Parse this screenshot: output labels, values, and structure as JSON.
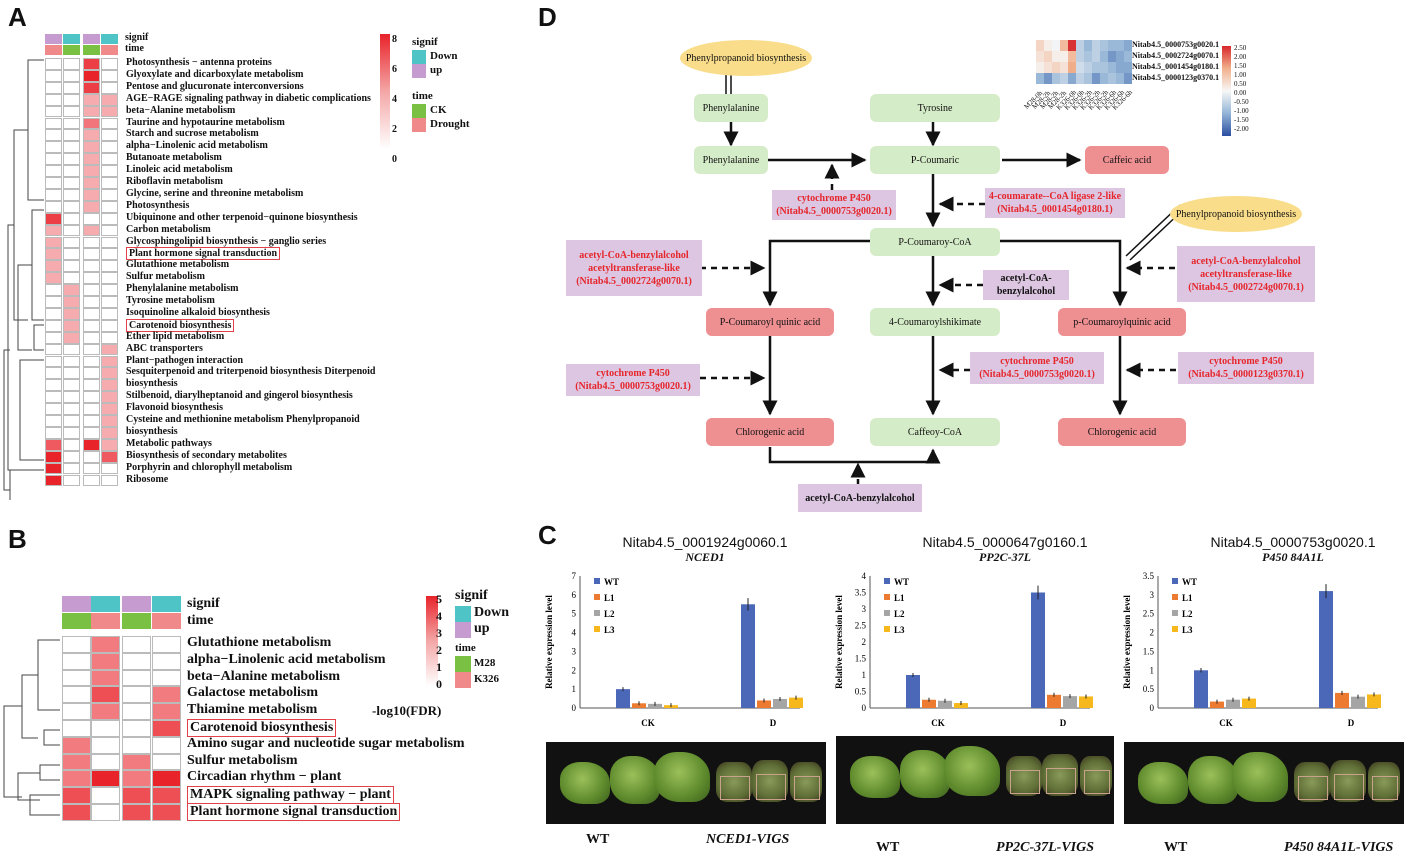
{
  "panels": {
    "a": "A",
    "b": "B",
    "c": "C",
    "d": "D"
  },
  "panelA": {
    "annot_rows": [
      "signif",
      "time"
    ],
    "rows": [
      "Photosynthesis − antenna proteins",
      "Glyoxylate and dicarboxylate metabolism",
      "Pentose and glucuronate interconversions",
      "AGE−RAGE signaling pathway in diabetic complications",
      "beta−Alanine metabolism",
      "Taurine and hypotaurine metabolism",
      "Starch and sucrose metabolism",
      "alpha−Linolenic acid metabolism",
      "Butanoate metabolism",
      "Linoleic acid metabolism",
      "Riboflavin metabolism",
      "Glycine, serine and threonine metabolism",
      "Photosynthesis",
      "Ubiquinone and other terpenoid−quinone biosynthesis",
      "Carbon metabolism",
      "Glycosphingolipid biosynthesis − ganglio series",
      "Plant hormone signal transduction",
      "Glutathione metabolism",
      "Sulfur metabolism",
      "Phenylalanine metabolism",
      "Tyrosine metabolism",
      "Isoquinoline alkaloid biosynthesis",
      "Carotenoid biosynthesis",
      "Ether lipid metabolism",
      "ABC transporters",
      "Plant−pathogen interaction",
      "Sesquiterpenoid and triterpenoid biosynthesis Diterpenoid",
      "biosynthesis",
      "Stilbenoid, diarylheptanoid and gingerol biosynthesis",
      "Flavonoid biosynthesis",
      "Cysteine and methionine metabolism Phenylpropanoid",
      "biosynthesis",
      "Metabolic pathways",
      "Biosynthesis of secondary metabolites",
      "Porphyrin and chlorophyll metabolism",
      "Ribosome"
    ],
    "cells": [
      [
        0,
        0,
        7,
        0,
        0
      ],
      [
        0,
        0,
        8,
        0,
        0
      ],
      [
        0,
        0,
        7,
        0,
        0
      ],
      [
        0,
        0,
        3,
        3,
        0
      ],
      [
        0,
        0,
        3,
        3,
        0
      ],
      [
        0,
        0,
        5,
        0,
        0
      ],
      [
        0,
        0,
        3,
        0,
        0
      ],
      [
        0,
        0,
        3,
        0,
        0
      ],
      [
        0,
        0,
        3,
        0,
        0
      ],
      [
        0,
        0,
        3,
        0,
        0
      ],
      [
        0,
        0,
        3,
        0,
        0
      ],
      [
        0,
        0,
        3,
        0,
        0
      ],
      [
        0,
        0,
        3,
        0,
        0
      ],
      [
        7,
        0,
        0,
        0,
        0
      ],
      [
        3,
        0,
        3,
        0,
        0
      ],
      [
        3,
        0,
        0,
        0,
        0
      ],
      [
        3,
        0,
        0,
        0,
        0
      ],
      [
        3,
        0,
        0,
        0,
        0
      ],
      [
        3,
        0,
        0,
        0,
        0
      ],
      [
        0,
        3,
        0,
        0,
        0
      ],
      [
        0,
        3,
        0,
        0,
        0
      ],
      [
        0,
        3,
        0,
        0,
        0
      ],
      [
        0,
        3,
        0,
        0,
        0
      ],
      [
        0,
        3,
        0,
        0,
        0
      ],
      [
        0,
        0,
        0,
        3,
        0
      ],
      [
        0,
        0,
        0,
        3,
        0
      ],
      [
        0,
        0,
        0,
        3,
        0
      ],
      [
        0,
        0,
        0,
        3,
        0
      ],
      [
        0,
        0,
        0,
        3,
        0
      ],
      [
        0,
        0,
        0,
        3,
        0
      ],
      [
        0,
        0,
        0,
        3,
        0
      ],
      [
        0,
        0,
        0,
        3,
        0
      ],
      [
        6,
        0,
        8,
        3,
        0
      ],
      [
        8,
        0,
        0,
        6,
        0
      ],
      [
        8,
        0,
        0,
        0,
        0
      ],
      [
        8,
        0,
        0,
        0,
        0
      ]
    ],
    "boxed": [
      "Plant hormone signal transduction",
      "Carotenoid biosynthesis"
    ],
    "legend": {
      "scale_ticks": [
        "8",
        "6",
        "4",
        "2",
        "0"
      ],
      "signif_title": "signif",
      "signif_items": [
        "Down",
        "up"
      ],
      "time_title": "time",
      "time_items": [
        "CK",
        "Drought"
      ]
    },
    "colors": {
      "down": "#4fc4c6",
      "up": "#c59bd0",
      "ck": "#7ac143",
      "drought": "#f08a8a",
      "high": "#e8232a"
    }
  },
  "panelB": {
    "annot_rows": [
      "signif",
      "time"
    ],
    "rows": [
      "Glutathione metabolism",
      "alpha−Linolenic acid metabolism",
      "beta−Alanine metabolism",
      "Galactose metabolism",
      "Thiamine metabolism",
      "Carotenoid biosynthesis",
      "Amino sugar and nucleotide sugar metabolism",
      "Sulfur metabolism",
      "Circadian rhythm − plant",
      "MAPK signaling pathway − plant",
      "Plant hormone signal transduction"
    ],
    "cells": [
      [
        0,
        3,
        0,
        0
      ],
      [
        0,
        3,
        0,
        0
      ],
      [
        0,
        3,
        0,
        0
      ],
      [
        0,
        4,
        0,
        3
      ],
      [
        0,
        3,
        0,
        3
      ],
      [
        0,
        0,
        0,
        4
      ],
      [
        3,
        0,
        0,
        0
      ],
      [
        3,
        0,
        3,
        0
      ],
      [
        3,
        5,
        3,
        5
      ],
      [
        4,
        0,
        4,
        4
      ],
      [
        4,
        0,
        4,
        4
      ]
    ],
    "boxed": [
      "Carotenoid biosynthesis",
      "MAPK signaling pathway − plant",
      "Plant hormone signal transduction"
    ],
    "legend": {
      "scale_ticks": [
        "5",
        "4",
        "3",
        "2",
        "1",
        "0"
      ],
      "scale_label": "-log10(FDR)",
      "signif_title": "signif",
      "signif_items": [
        "Down",
        "up"
      ],
      "time_title": "time",
      "time_items": [
        "M28",
        "K326"
      ]
    }
  },
  "panelC": {
    "charts": [
      {
        "gene": "Nitab4.5_0001924g0060.1",
        "name": "NCED1",
        "ylim": [
          0,
          7
        ],
        "yticks": [
          "0",
          "1",
          "2",
          "3",
          "4",
          "5",
          "6",
          "7"
        ]
      },
      {
        "gene": "Nitab4.5_0000647g0160.1",
        "name": "PP2C-37L",
        "ylim": [
          0,
          4
        ],
        "yticks": [
          "0",
          "0.5",
          "1",
          "1.5",
          "2",
          "2.5",
          "3",
          "3.5",
          "4"
        ]
      },
      {
        "gene": "Nitab4.5_0000753g0020.1",
        "name": "P450 84A1L",
        "ylim": [
          0,
          3.5
        ],
        "yticks": [
          "0",
          "0.5",
          "1",
          "1.5",
          "2",
          "2.5",
          "3",
          "3.5"
        ]
      }
    ],
    "ylabel": "Relative expression level",
    "categories": [
      "CK",
      "D"
    ],
    "series_names": [
      "WT",
      "L1",
      "L2",
      "L3"
    ],
    "series_colors": [
      "#4a67b8",
      "#ec7a31",
      "#a5a5a5",
      "#f6b81c"
    ],
    "photo_labels": [
      [
        "WT",
        "NCED1-VIGS"
      ],
      [
        "WT",
        "PP2C-37L-VIGS"
      ],
      [
        "WT",
        "P450 84A1L-VIGS"
      ]
    ]
  },
  "chart_data": [
    {
      "type": "bar",
      "title": "Nitab4.5_0001924g0060.1 NCED1",
      "ylabel": "Relative expression level",
      "categories": [
        "CK",
        "D"
      ],
      "ylim": [
        0,
        7
      ],
      "series": [
        {
          "name": "WT",
          "values": [
            1.0,
            5.5
          ]
        },
        {
          "name": "L1",
          "values": [
            0.25,
            0.4
          ]
        },
        {
          "name": "L2",
          "values": [
            0.22,
            0.48
          ]
        },
        {
          "name": "L3",
          "values": [
            0.15,
            0.55
          ]
        }
      ]
    },
    {
      "type": "bar",
      "title": "Nitab4.5_0000647g0160.1 PP2C-37L",
      "ylabel": "Relative expression level",
      "categories": [
        "CK",
        "D"
      ],
      "ylim": [
        0,
        4
      ],
      "series": [
        {
          "name": "WT",
          "values": [
            1.0,
            3.5
          ]
        },
        {
          "name": "L1",
          "values": [
            0.25,
            0.4
          ]
        },
        {
          "name": "L2",
          "values": [
            0.22,
            0.36
          ]
        },
        {
          "name": "L3",
          "values": [
            0.15,
            0.35
          ]
        }
      ]
    },
    {
      "type": "bar",
      "title": "Nitab4.5_0000753g0020.1 P450 84A1L",
      "ylabel": "Relative expression level",
      "categories": [
        "CK",
        "D"
      ],
      "ylim": [
        0,
        3.5
      ],
      "series": [
        {
          "name": "WT",
          "values": [
            1.0,
            3.1
          ]
        },
        {
          "name": "L1",
          "values": [
            0.17,
            0.4
          ]
        },
        {
          "name": "L2",
          "values": [
            0.22,
            0.3
          ]
        },
        {
          "name": "L3",
          "values": [
            0.25,
            0.36
          ]
        }
      ]
    },
    {
      "type": "heatmap",
      "rows": [
        "Nitab4.5_0000753g0020.1",
        "Nitab4.5_0002724g0070.1",
        "Nitab4.5_0001454g0180.1",
        "Nitab4.5_0000123g0370.1"
      ],
      "columns": [
        "M28-0h",
        "M28-2h",
        "M28-2h",
        "M28-2h",
        "K326-0h",
        "K326-0h",
        "K326-2h",
        "K326-2h",
        "K326-2h",
        "K326-6h",
        "K326-6h",
        "K326-6h"
      ],
      "scale_ticks": [
        "2.50",
        "2.00",
        "1.50",
        "1.00",
        "0.50",
        "0.00",
        "-0.50",
        "-1.00",
        "-1.50",
        "-2.00"
      ],
      "values": [
        [
          0.8,
          0.4,
          0.2,
          1.2,
          2.4,
          -0.4,
          -0.8,
          -0.4,
          -0.6,
          -0.8,
          -0.8,
          -1.0
        ],
        [
          0.6,
          0.8,
          0.4,
          0.4,
          1.2,
          -0.4,
          -0.6,
          -0.4,
          -0.8,
          -1.2,
          -1.0,
          -0.8
        ],
        [
          0.4,
          0.6,
          0.8,
          0.6,
          1.4,
          -0.2,
          -0.4,
          -0.6,
          -0.6,
          -0.8,
          -1.0,
          -1.0
        ],
        [
          -0.8,
          -1.2,
          -0.6,
          -0.4,
          -1.0,
          -0.4,
          -0.6,
          -1.2,
          -0.8,
          -0.6,
          -0.8,
          -1.2
        ]
      ]
    }
  ],
  "panelD": {
    "ellipse1": "Phenylpropanoid biosynthesis",
    "ellipse2": "Phenylpropanoid biosynthesis",
    "nodes": {
      "phe1": "Phenylalanine",
      "phe2": "Phenylalanine",
      "tyr": "Tyrosine",
      "pcou": "P-Coumaric",
      "caff": "Caffeic acid",
      "pcoa": "P-Coumaroy-CoA",
      "pcq1": "P-Coumaroyl quinic acid",
      "shik": "4-Coumaroylshikimate",
      "pcq2": "p-Coumaroylquinic acid",
      "chl1": "Chlorogenic acid",
      "cafcoa": "Caffeoy-CoA",
      "chl2": "Chlorogenic acid"
    },
    "enzymes": {
      "cyp1": [
        "cytochrome P450",
        "(Nitab4.5_0000753g0020.1)"
      ],
      "lig": [
        "4-coumarate--CoA ligase 2-like",
        "(Nitab4.5_0001454g0180.1)"
      ],
      "acb1": [
        "acetyl-CoA-benzylalcohol",
        "acetyltransferase-like",
        "(Nitab4.5_0002724g0070.1)"
      ],
      "acb2": [
        "acetyl-CoA-benzylalcohol",
        "acetyltransferase-like",
        "(Nitab4.5_0002724g0070.1)"
      ],
      "cyp2": [
        "cytochrome P450",
        "(Nitab4.5_0000753g0020.1)"
      ],
      "cyp3": [
        "cytochrome P450",
        "(Nitab4.5_0000753g0020.1)"
      ],
      "cyp4": [
        "cytochrome P450",
        "(Nitab4.5_0000123g0370.1)"
      ],
      "acbA": [
        "acetyl-CoA-",
        "benzylalcohol"
      ],
      "acbB": [
        "acetyl-CoA-benzylalcohol"
      ]
    }
  }
}
